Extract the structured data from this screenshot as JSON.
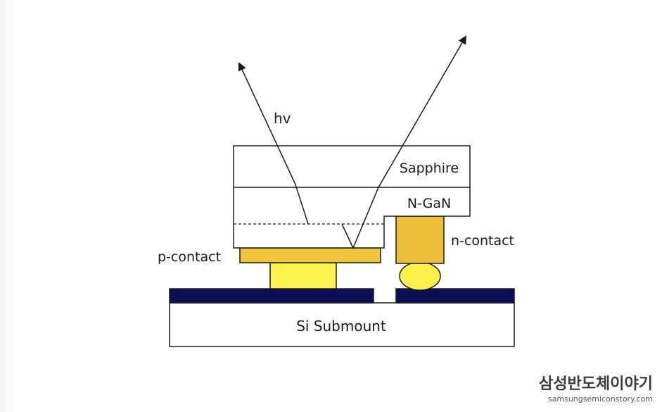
{
  "diagram": {
    "layers": {
      "sapphire": "Sapphire",
      "ngan": "N-GaN",
      "si_submount": "Si Submount"
    },
    "contacts": {
      "p_contact": "p-contact",
      "n_contact": "n-contact"
    },
    "light_label": "hv"
  },
  "watermark": {
    "title": "삼성반도체이야기",
    "url": "samsungsemiconstory.com"
  },
  "colors": {
    "outline": "#1a1a1a",
    "substrate_metal": "#0b0f55",
    "p_contact_fill": "#f2c43a",
    "bump_fill": "#fff44f",
    "n_contact_fill": "#ecc03c",
    "n_bump_fill": "#fff04c"
  }
}
